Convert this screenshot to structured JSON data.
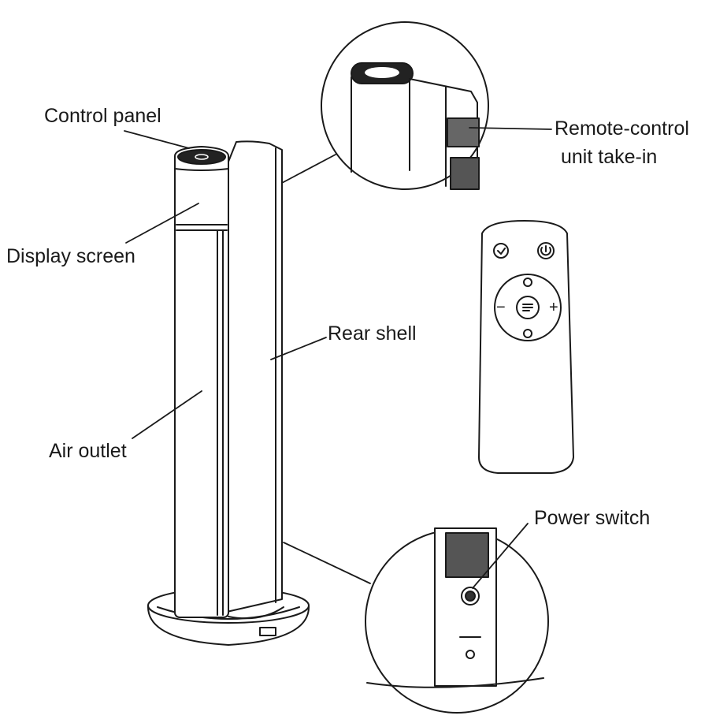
{
  "labels": {
    "control_panel": "Control panel",
    "display_screen": "Display screen",
    "air_outlet": "Air outlet",
    "rear_shell": "Rear shell",
    "remote_line1": "Remote-control",
    "remote_line2": "unit take-in",
    "power_switch": "Power switch"
  },
  "remote": {
    "minus": "−",
    "plus": "+"
  },
  "colors": {
    "line": "#1a1a1a",
    "fill": "#ffffff",
    "shade": "#d9d9d9",
    "dark": "#222222"
  },
  "icons": [
    "timer-icon",
    "power-icon",
    "mode-icon",
    "fan-icon",
    "clock-icon"
  ]
}
